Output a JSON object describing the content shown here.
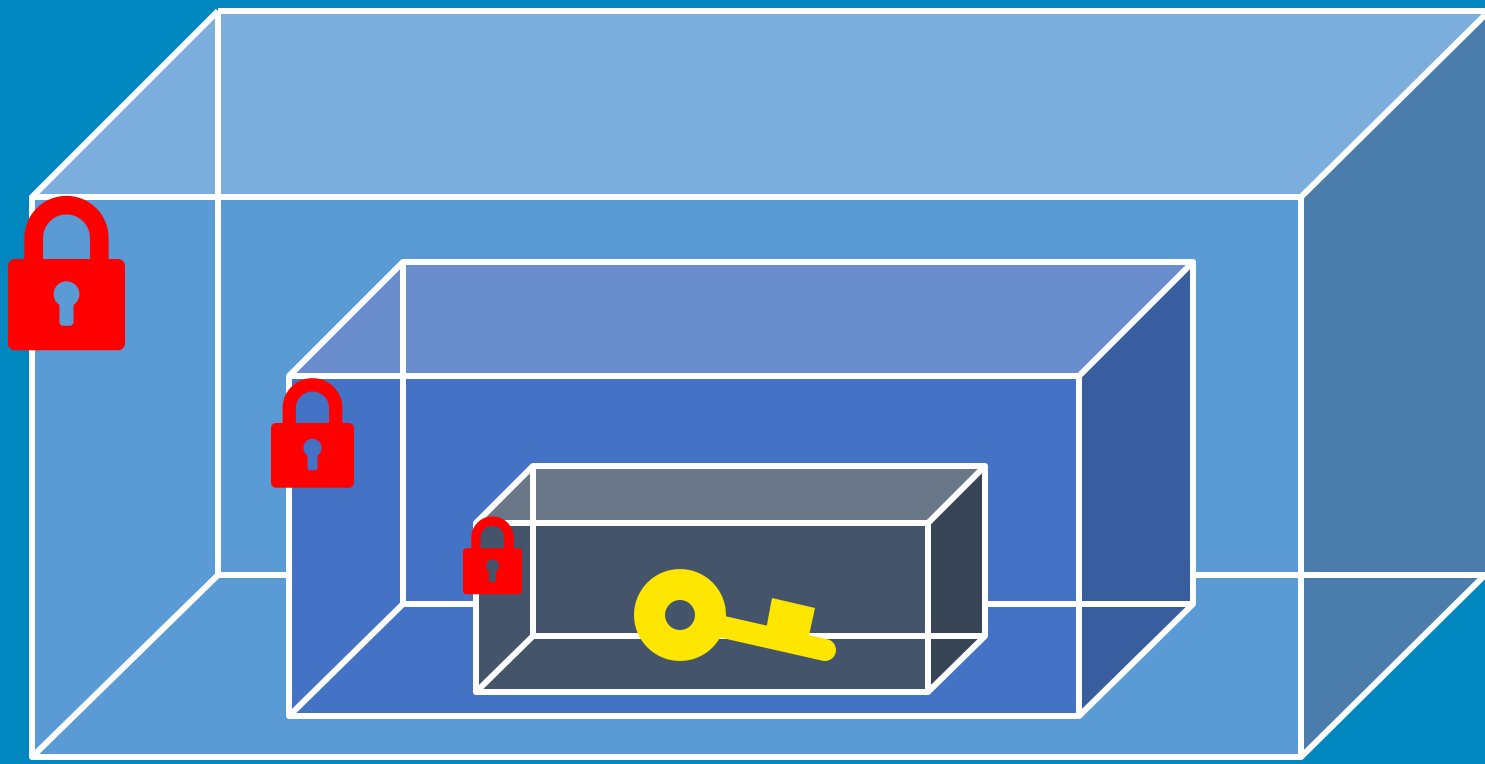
{
  "background_color": "#0087BF",
  "boxes": [
    {
      "name": "outer-box",
      "colors": {
        "top": "#7BAEDD",
        "front": "#5B9BD5",
        "side": "#4A7DAB",
        "edge": "#FFFFFF"
      },
      "lock": {
        "icon": "padlock-icon",
        "color": "#FF0000"
      }
    },
    {
      "name": "middle-box",
      "colors": {
        "top": "#6A8ECD",
        "front": "#4472C4",
        "side": "#385E9F",
        "edge": "#FFFFFF"
      },
      "lock": {
        "icon": "padlock-icon",
        "color": "#FF0000"
      }
    },
    {
      "name": "inner-box",
      "colors": {
        "top": "#697788",
        "front": "#44546A",
        "side": "#384556",
        "edge": "#FFFFFF"
      },
      "lock": {
        "icon": "padlock-icon",
        "color": "#FF0000"
      }
    }
  ],
  "key": {
    "icon": "key-icon",
    "color": "#FFE600"
  }
}
